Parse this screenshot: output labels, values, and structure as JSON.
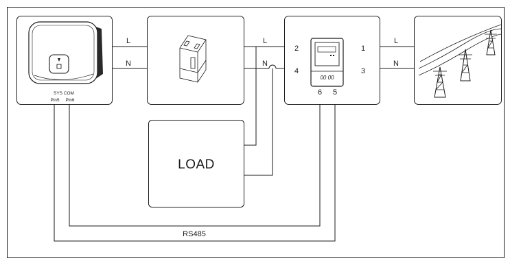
{
  "wires": {
    "inverter_to_breaker": {
      "top": "L",
      "bottom": "N"
    },
    "breaker_to_meter": {
      "top": "L",
      "bottom": "N"
    },
    "meter_to_grid": {
      "top": "L",
      "bottom": "N"
    },
    "comm_bus": "RS485"
  },
  "inverter": {
    "port_label": "SYS COM",
    "pins": [
      "Pin5",
      "Pin6"
    ]
  },
  "meter": {
    "terminals": {
      "left_top": "2",
      "left_bottom": "4",
      "right_top": "1",
      "right_bottom": "3",
      "bottom_left": "6",
      "bottom_right": "5"
    }
  },
  "load": {
    "label": "LOAD"
  },
  "icons": [
    "inverter-icon",
    "circuit-breaker-icon",
    "energy-meter-icon",
    "power-grid-pylon-icon"
  ],
  "colors": {
    "line": "#1a1a1a",
    "background": "#ffffff"
  }
}
